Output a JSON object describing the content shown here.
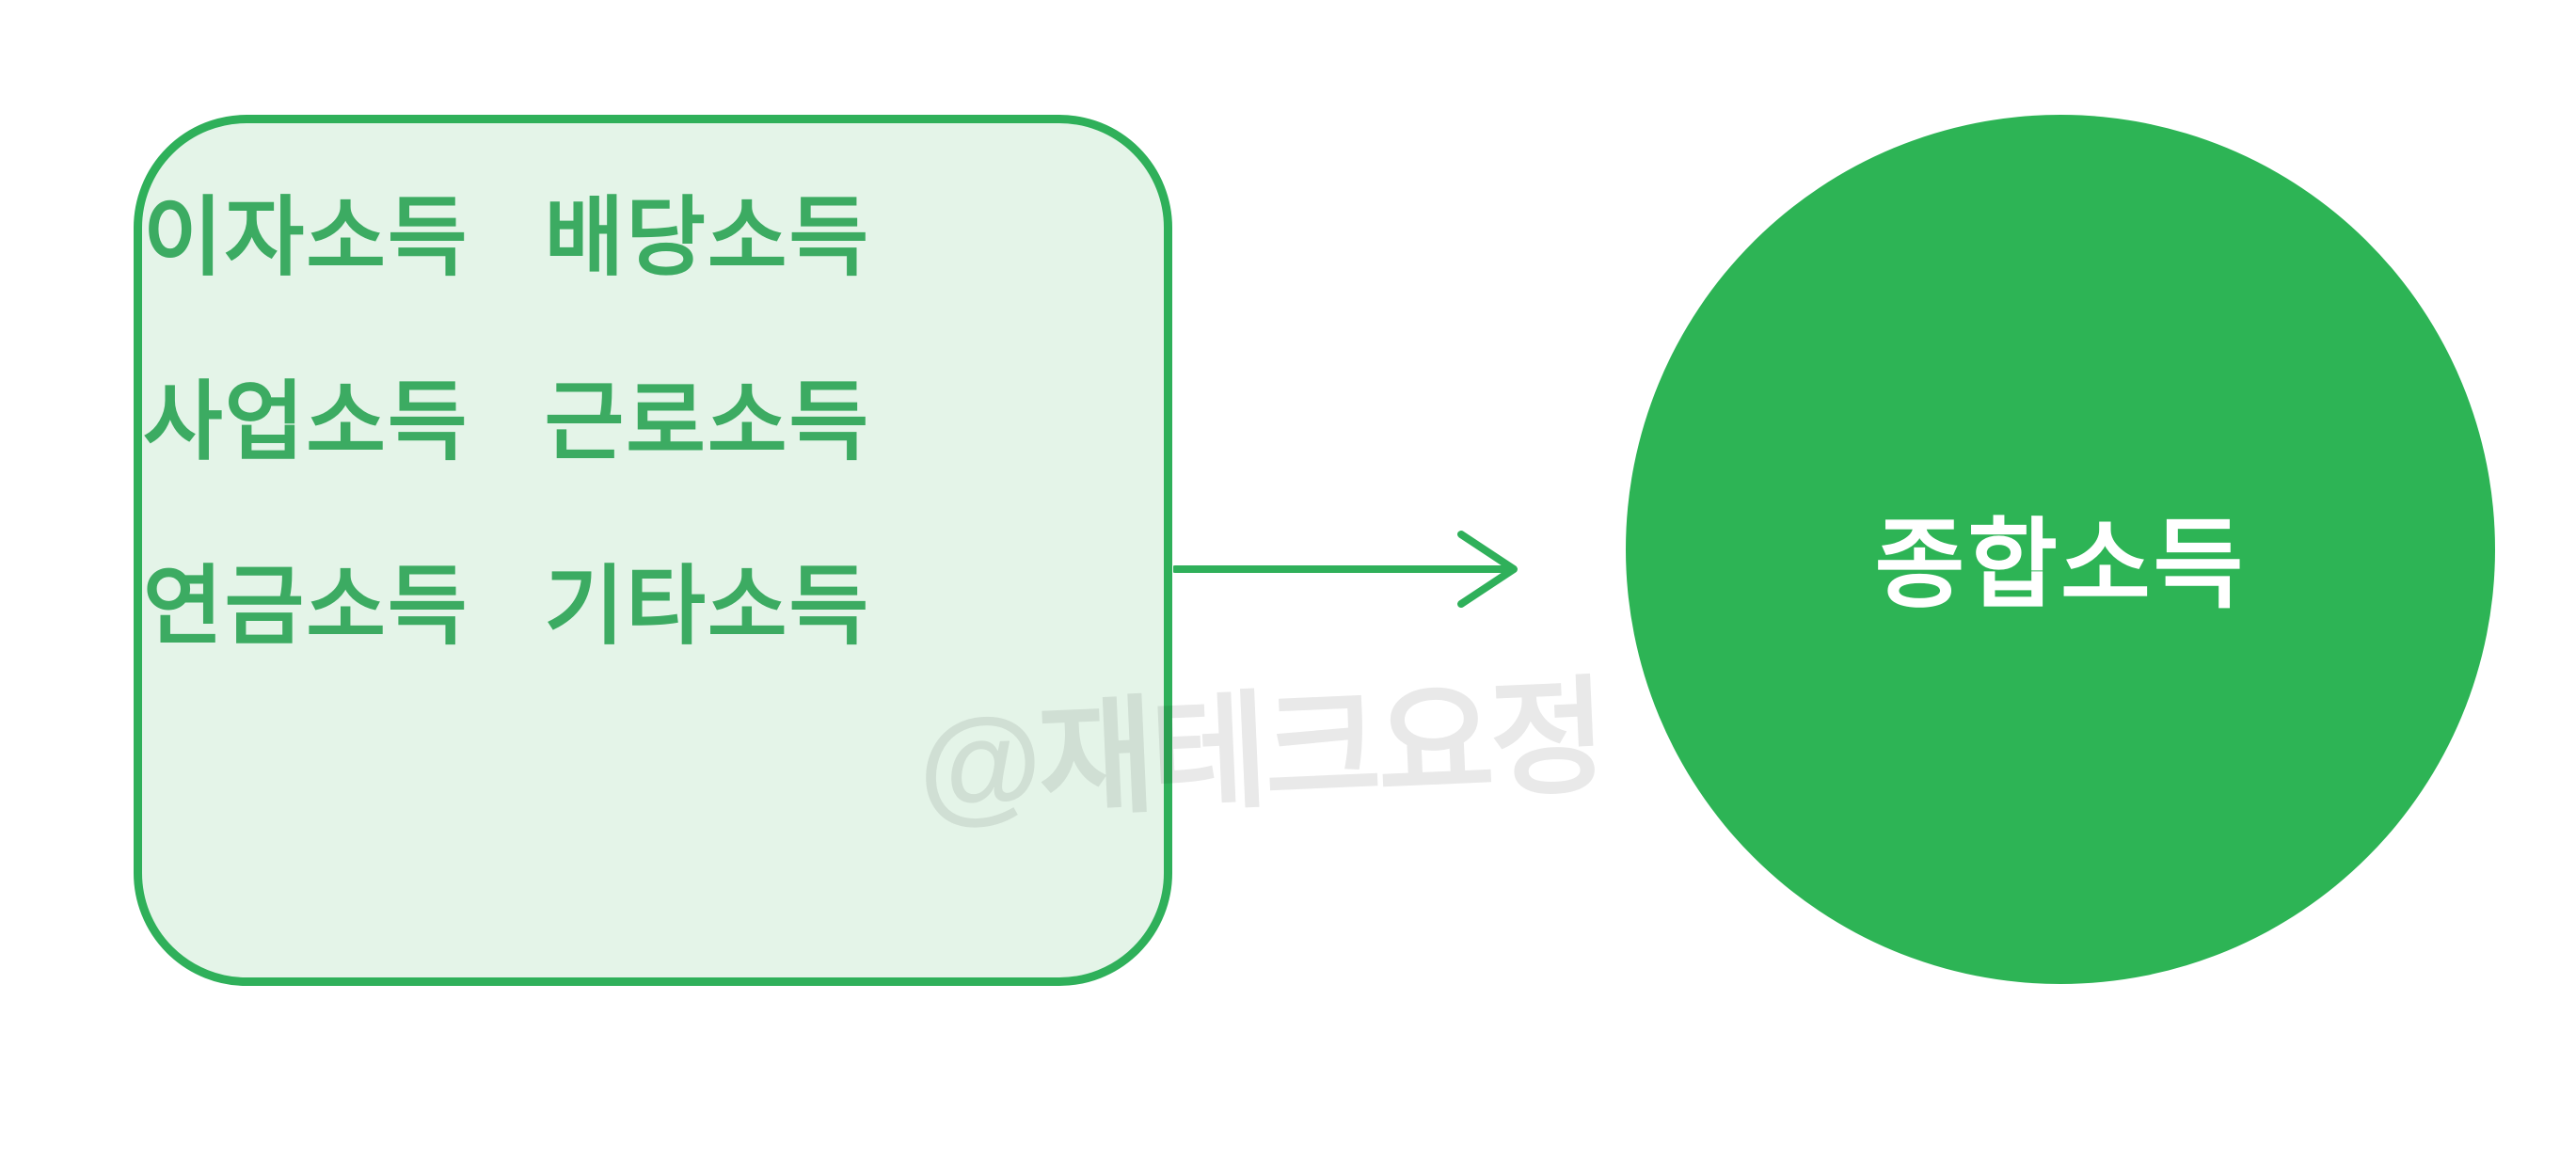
{
  "colors": {
    "accent_green": "#2fb05a",
    "circle_green": "#2db455",
    "box_fill": "#e4f4e8",
    "box_text_green": "#3cab62",
    "watermark_gray": "#e9e9e9"
  },
  "box": {
    "items": [
      "이자소득",
      "배당소득",
      "사업소득",
      "근로소득",
      "연금소득",
      "기타소득"
    ]
  },
  "circle": {
    "label": "종합소득"
  },
  "watermark": {
    "text": "@재테크요정"
  }
}
